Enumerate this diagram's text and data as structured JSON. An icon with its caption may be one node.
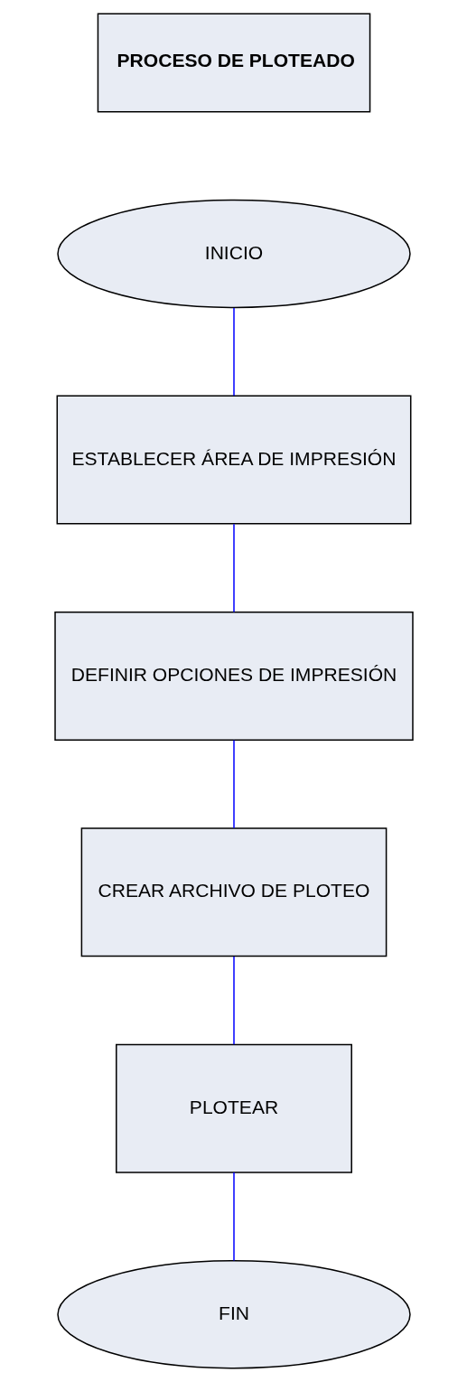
{
  "diagram": {
    "nodes": [
      {
        "text": [
          "PROCESO DE PLOTEADO"
        ]
      },
      {
        "text": [
          "INICIO"
        ]
      },
      {
        "text": [
          "ESTABLECER ÁREA DE IMPRESIÓN"
        ]
      },
      {
        "text": [
          "DEFINIR OPCIONES DE IMPRESIÓN"
        ]
      },
      {
        "text": [
          "CREAR ARCHIVO DE PLOTEO"
        ]
      },
      {
        "text": [
          "PLOTEAR"
        ]
      },
      {
        "text": [
          "FIN"
        ]
      }
    ],
    "edges": [
      {
        "from": 1,
        "to": 2,
        "arrow": "none"
      },
      {
        "from": 2,
        "to": 3,
        "arrow": "none"
      },
      {
        "from": 3,
        "to": 4,
        "arrow": "none"
      },
      {
        "from": 4,
        "to": 5,
        "arrow": "none"
      },
      {
        "from": 5,
        "to": 6,
        "arrow": "none"
      }
    ]
  }
}
